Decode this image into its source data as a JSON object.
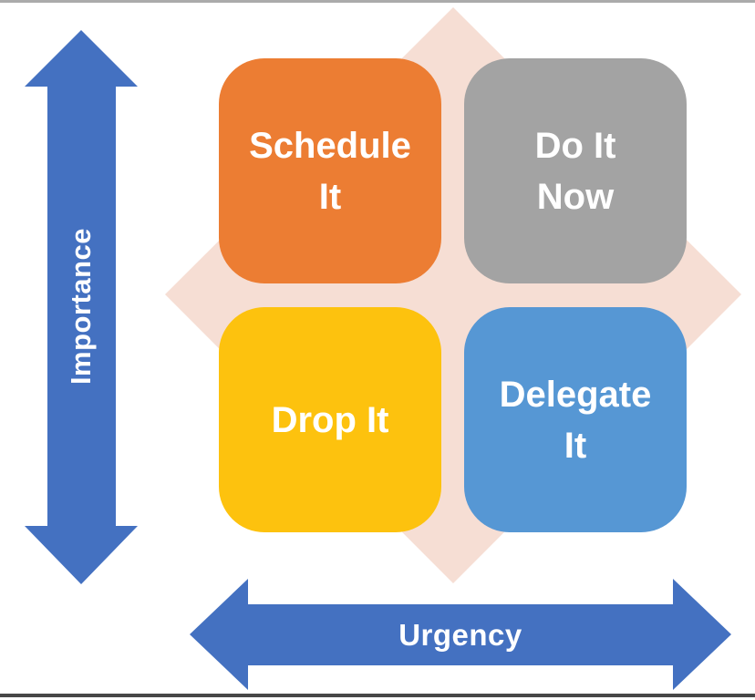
{
  "diagram": {
    "type": "eisenhower-priority-matrix",
    "axes": {
      "vertical_label": "Importance",
      "horizontal_label": "Urgency"
    },
    "quadrants": {
      "schedule": {
        "label": "Schedule\nIt",
        "position": "top-left"
      },
      "do_now": {
        "label": "Do It\nNow",
        "position": "top-right"
      },
      "drop": {
        "label": "Drop It",
        "position": "bottom-left"
      },
      "delegate": {
        "label": "Delegate\nIt",
        "position": "bottom-right"
      }
    }
  },
  "colors": {
    "quadrant_schedule": "#EC7D33",
    "quadrant_do_now": "#A3A3A3",
    "quadrant_drop": "#FDC20E",
    "quadrant_delegate": "#5697D4",
    "arrow": "#4471C1",
    "diamond": "#F6DED4",
    "label_text": "#FFFFFF",
    "top_border": "#ABABAB",
    "bottom_border": "#474747"
  }
}
